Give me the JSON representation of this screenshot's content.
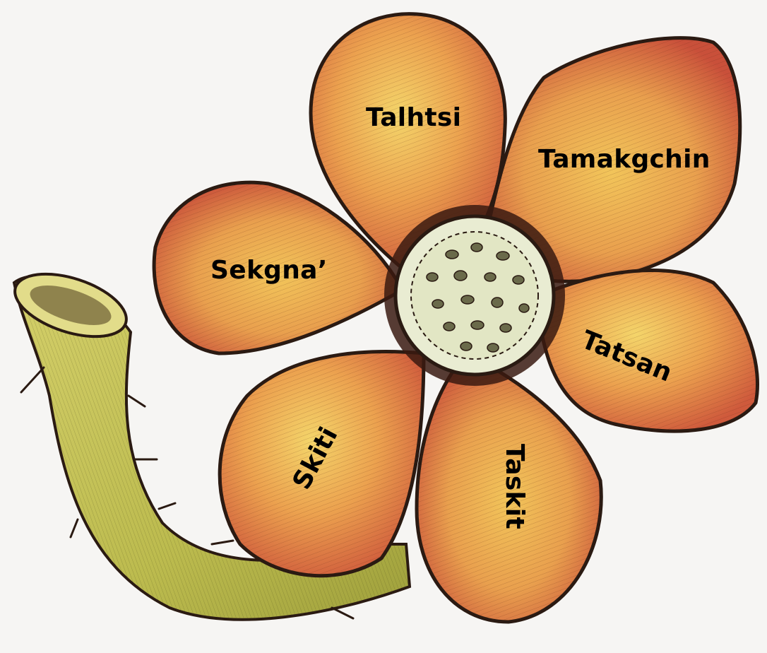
{
  "diagram": {
    "petal_labels": {
      "talhtsi": "Talhtsi",
      "tamakgchin": "Tamakgchin",
      "sekgna": "Sekgna’",
      "tatsan": "Tatsan",
      "skiti": "Skiti",
      "taskit": "Taskit"
    }
  },
  "colors": {
    "petal_light": "#f2c55a",
    "petal_mid": "#e9a04e",
    "petal_deep": "#c9503a",
    "outline": "#2a1a12",
    "center": "#e9ecd2",
    "stem": "#c8c45a",
    "background": "#f6f5f3"
  }
}
